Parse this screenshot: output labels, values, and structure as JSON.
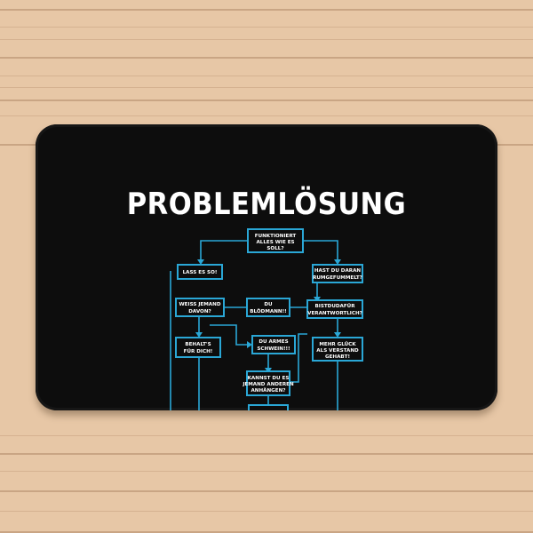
{
  "mat": {
    "title": "PROBLEMLÖSUNG",
    "boxes": {
      "start": [
        "FUNKTIONIERT",
        "ALLES WIE ES",
        "SOLL?"
      ],
      "lass": [
        "LASS ES SO!"
      ],
      "hast": [
        "HAST DU DARAN",
        "RUMGEFUMMELT?"
      ],
      "weiss": [
        "WEISS JEMAND",
        "DAVON?"
      ],
      "du": [
        "DU",
        "BLÖDMANN!!"
      ],
      "bist": [
        "BISTDUDAFÜR",
        "VERANTWORTLICH?"
      ],
      "behalt": [
        "BEHALT'S",
        "FÜR DICH!"
      ],
      "armes": [
        "DU ARMES",
        "SCHWEIN!!!"
      ],
      "mehr": [
        "MEHR GLÜCK",
        "ALS VERSTAND",
        "GEHABT!"
      ],
      "kannst": [
        "KANNST DU ES",
        "JEMAND ANDEREN",
        "ANHÄNGEN?"
      ]
    }
  }
}
